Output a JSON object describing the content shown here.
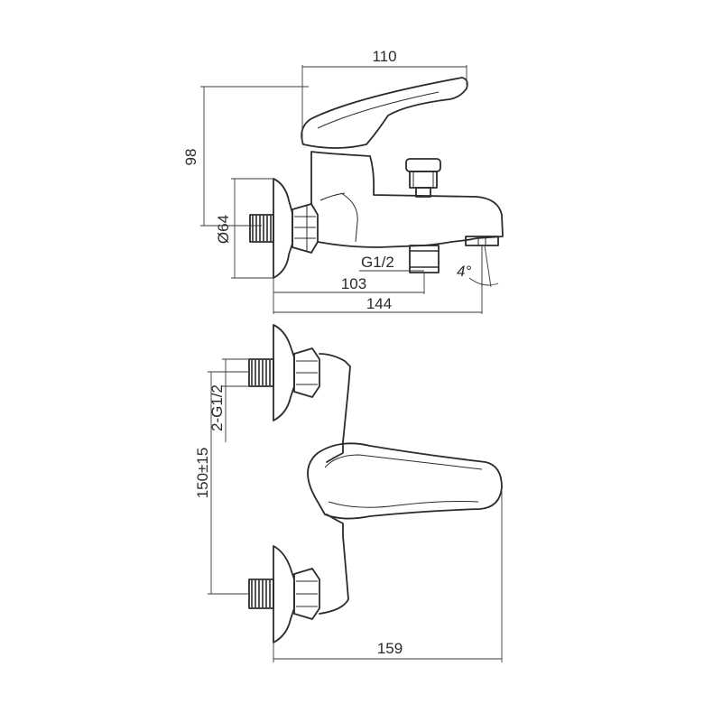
{
  "diagram": {
    "dimensions": {
      "width_top": "110",
      "height_total": "98",
      "flange_diameter": "Ø64",
      "connection_thread": "G1/2",
      "inlet_to_outlet": "103",
      "overall_length": "144",
      "spout_angle": "4°",
      "inlet_threads": "2-G1/2",
      "inlet_spacing": "150±15",
      "overall_projection": "159"
    }
  }
}
